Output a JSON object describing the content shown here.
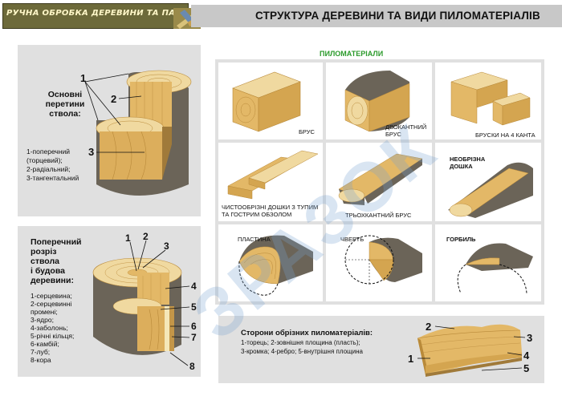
{
  "header": {
    "logo_text": "РУЧНА ОБРОБКА ДЕРЕВИНИ ТА ПАРКЕТНІ РОБОТИ",
    "title": "СТРУКТУРА ДЕРЕВИНИ ТА ВИДИ ПИЛОМАТЕРІАЛІВ"
  },
  "sections_panel": {
    "title": "Основні перетини ствола:",
    "title_lines": [
      "Основні",
      "перетини",
      "ствола:"
    ],
    "list": [
      "1-поперечний",
      "(торцевий);",
      "2-радіальний;",
      "3-тангентальний"
    ],
    "numbers": [
      "1",
      "2",
      "3"
    ]
  },
  "cross_section_panel": {
    "title_lines": [
      "Поперечний",
      "розріз",
      "ствола",
      "і будова",
      "деревини:"
    ],
    "list": [
      "1-серцевина;",
      "2-серцевинні",
      "промені;",
      "3-ядро;",
      "4-заболонь;",
      "5-річні кільця;",
      "6-камбій;",
      "7-луб;",
      "8-кора"
    ],
    "numbers": [
      "1",
      "2",
      "3",
      "4",
      "5",
      "6",
      "7",
      "8"
    ]
  },
  "lumber": {
    "title": "ПИЛОМАТЕРІАЛИ",
    "cells": [
      {
        "label": "БРУС"
      },
      {
        "label": "ДВОКАНТНИЙ",
        "label2": "БРУС"
      },
      {
        "label": "БРУСКИ НА 4 КАНТА"
      },
      {
        "label": "ЧИСТООБРІЗНІ ДОШКИ З ТУПИМ",
        "label2": "ТА ГОСТРИМ ОБЗОЛОМ"
      },
      {
        "label": "ТРЬОХКАНТНИЙ БРУС"
      },
      {
        "label": "НЕОБРІЗНА",
        "label2": "ДОШКА"
      },
      {
        "label": "ПЛАСТИНА"
      },
      {
        "label": "ЧВЕРТЬ"
      },
      {
        "label": "ГОРБИЛЬ"
      }
    ]
  },
  "sides_panel": {
    "title": "Сторони обрізних пиломатеріалів:",
    "line1": "1-торець; 2-зовнішня площина (пласть);",
    "line2": "3-кромка; 4-ребро; 5-внутрішня площина",
    "numbers": [
      "1",
      "2",
      "3",
      "4",
      "5"
    ]
  },
  "watermark": "ЗРАЗОК",
  "colors": {
    "panel_bg": "#e0e0e0",
    "wood": "#e3b867",
    "wood_dark": "#b98a3a",
    "bark": "#6b6458",
    "accent_green": "#2a9a2a",
    "header_bar": "#c8c8c8"
  }
}
